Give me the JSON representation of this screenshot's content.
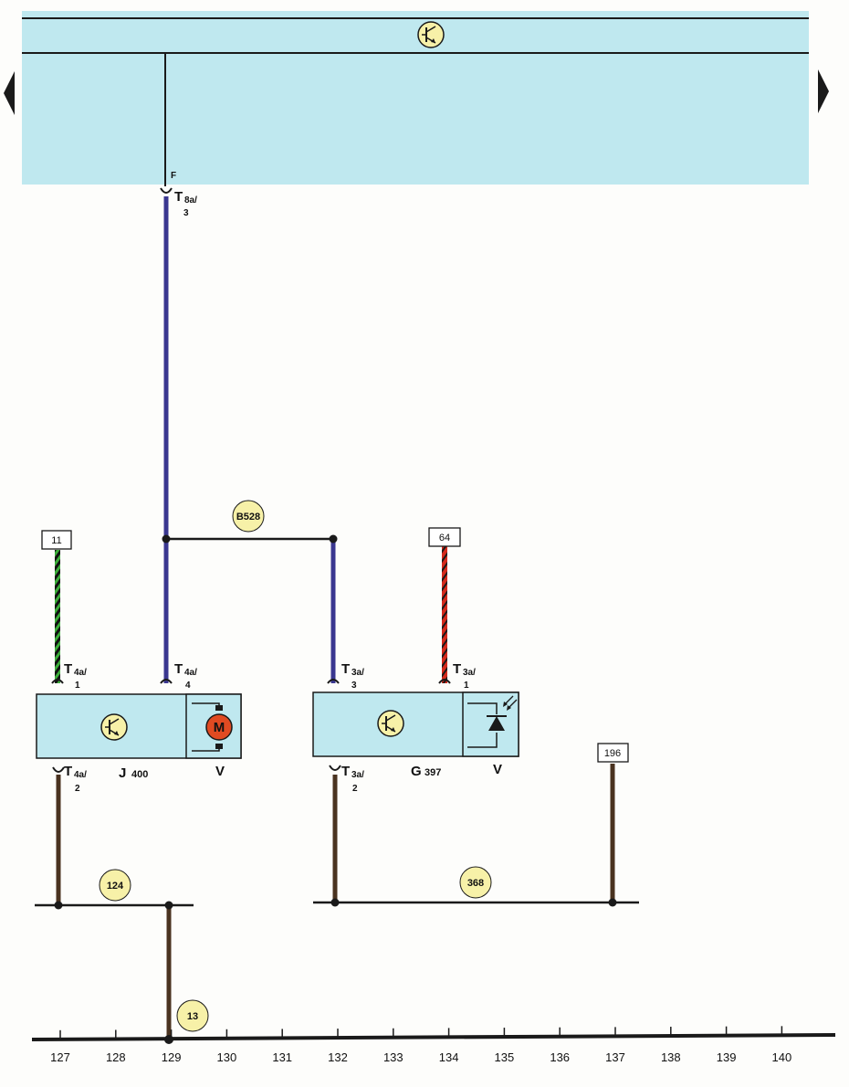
{
  "colors": {
    "panel": "#bfe8ef",
    "panel_line": "#1a1a1a",
    "violet": "#3a3790",
    "brown": "#4a3320",
    "red": "#d42a1c",
    "green": "#3cae3a",
    "black": "#1a1a1a",
    "callout": "#f7f1a8",
    "motor": "#e04a22"
  },
  "top_panel": {
    "icon": "transistor-icon",
    "left_arrow": "left-triangle-icon",
    "right_arrow": "right-triangle-icon"
  },
  "connectors": {
    "t8a": {
      "main": "T",
      "sub": "8a/",
      "pin": "3",
      "wire_label": "F"
    },
    "t4a_1": {
      "main": "T",
      "sub": "4a/",
      "pin": "1"
    },
    "t4a_4": {
      "main": "T",
      "sub": "4a/",
      "pin": "4"
    },
    "t4a_2": {
      "main": "T",
      "sub": "4a/",
      "pin": "2"
    },
    "t3a_3": {
      "main": "T",
      "sub": "3a/",
      "pin": "3"
    },
    "t3a_1": {
      "main": "T",
      "sub": "3a/",
      "pin": "1"
    },
    "t3a_2": {
      "main": "T",
      "sub": "3a/",
      "pin": "2"
    }
  },
  "ref_boxes": {
    "ref_11": "11",
    "ref_64": "64",
    "ref_196": "196"
  },
  "callouts": {
    "b528": "B528",
    "c124": "124",
    "c368": "368",
    "c13": "13"
  },
  "components": {
    "j400": {
      "main": "J",
      "sub": "400",
      "motor_letter": "M",
      "voltage_label": "V",
      "icon": "transistor-icon"
    },
    "g397": {
      "main": "G",
      "sub": "397",
      "voltage_label": "V",
      "icon": "transistor-icon",
      "sensor_icon": "photodiode-icon"
    }
  },
  "scale": [
    "127",
    "128",
    "129",
    "130",
    "131",
    "132",
    "133",
    "134",
    "135",
    "136",
    "137",
    "138",
    "139",
    "140"
  ]
}
